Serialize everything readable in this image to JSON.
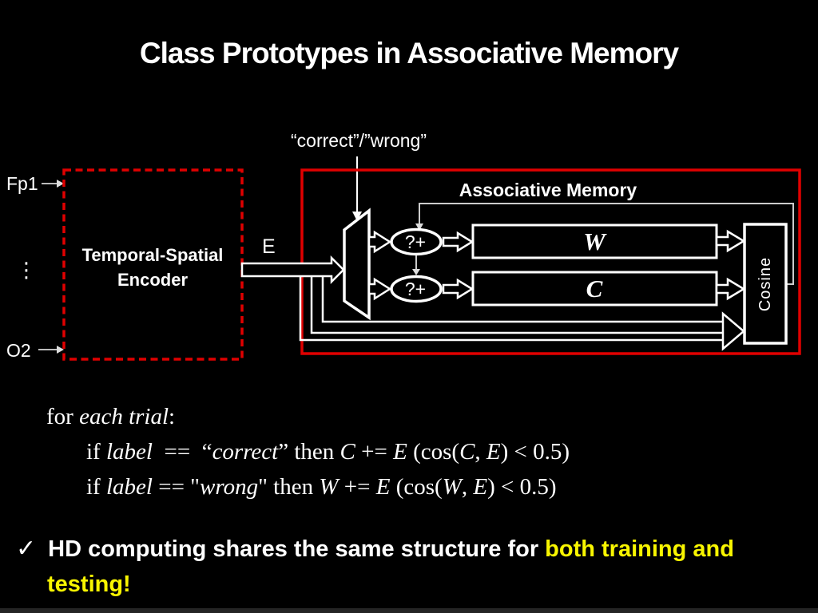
{
  "slide": {
    "title": "Class Prototypes in Associative Memory",
    "colors": {
      "background": "#000000",
      "accent_red": "#e00000",
      "highlight_yellow": "#f8f500",
      "text_white": "#ffffff",
      "thin_line_gray": "#cccccc"
    }
  },
  "diagram": {
    "signal_label": "“correct”/”wrong”",
    "input_top": "Fp1",
    "input_ellipsis": "⋮",
    "input_bottom": "O2",
    "encoder_label_line1": "Temporal-Spatial",
    "encoder_label_line2": "Encoder",
    "e_label": "E",
    "am_title": "Associative Memory",
    "merge_top": "?+",
    "merge_bottom": "?+",
    "w_label": "W",
    "c_label": "C",
    "cosine_label": "Cosine"
  },
  "pseudocode": {
    "lines": [
      {
        "indent": false,
        "segs": [
          {
            "t": "for ",
            "i": 0
          },
          {
            "t": "each trial",
            "i": 1
          },
          {
            "t": ":",
            "i": 0
          }
        ]
      },
      {
        "indent": true,
        "segs": [
          {
            "t": "if ",
            "i": 0
          },
          {
            "t": "label",
            "i": 1
          },
          {
            "t": "  ==  “",
            "i": 0
          },
          {
            "t": "correct",
            "i": 1
          },
          {
            "t": "” then ",
            "i": 0
          },
          {
            "t": "C",
            "i": 1
          },
          {
            "t": " += ",
            "i": 0
          },
          {
            "t": "E",
            "i": 1
          },
          {
            "t": " (cos(",
            "i": 0
          },
          {
            "t": "C",
            "i": 1
          },
          {
            "t": ", ",
            "i": 0
          },
          {
            "t": "E",
            "i": 1
          },
          {
            "t": ") < 0.5)",
            "i": 0
          }
        ]
      },
      {
        "indent": true,
        "segs": [
          {
            "t": "if ",
            "i": 0
          },
          {
            "t": "label",
            "i": 1
          },
          {
            "t": " == \"",
            "i": 0
          },
          {
            "t": "wrong",
            "i": 1
          },
          {
            "t": "\" then ",
            "i": 0
          },
          {
            "t": "W",
            "i": 1
          },
          {
            "t": " += ",
            "i": 0
          },
          {
            "t": "E",
            "i": 1
          },
          {
            "t": " (cos(",
            "i": 0
          },
          {
            "t": "W",
            "i": 1
          },
          {
            "t": ", ",
            "i": 0
          },
          {
            "t": "E",
            "i": 1
          },
          {
            "t": ") < 0.5)",
            "i": 0
          }
        ]
      }
    ]
  },
  "bullet": {
    "check": "✓",
    "text_white": "HD computing shares the same structure for ",
    "text_yellow": "both training and",
    "text_yellow2": "testing!"
  }
}
